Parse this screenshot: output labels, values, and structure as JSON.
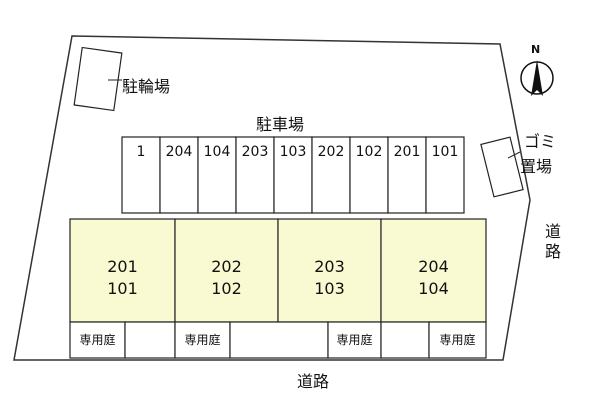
{
  "labels": {
    "bike_parking": "駐輪場",
    "car_parking": "駐車場",
    "trash_line1": "ゴミ",
    "trash_line2": "置場",
    "road_bottom": "道路",
    "road_right": "道路",
    "north": "N"
  },
  "parking_slots": [
    "1",
    "204",
    "104",
    "203",
    "103",
    "202",
    "102",
    "201",
    "101"
  ],
  "units": [
    {
      "upper": "201",
      "lower": "101"
    },
    {
      "upper": "202",
      "lower": "102"
    },
    {
      "upper": "203",
      "lower": "103"
    },
    {
      "upper": "204",
      "lower": "104"
    }
  ],
  "private_gardens": [
    "専用庭",
    "専用庭",
    "専用庭",
    "専用庭"
  ],
  "colors": {
    "unit_fill": "#fafad2",
    "outline": "#222222",
    "lot_fill": "#ffffff"
  }
}
